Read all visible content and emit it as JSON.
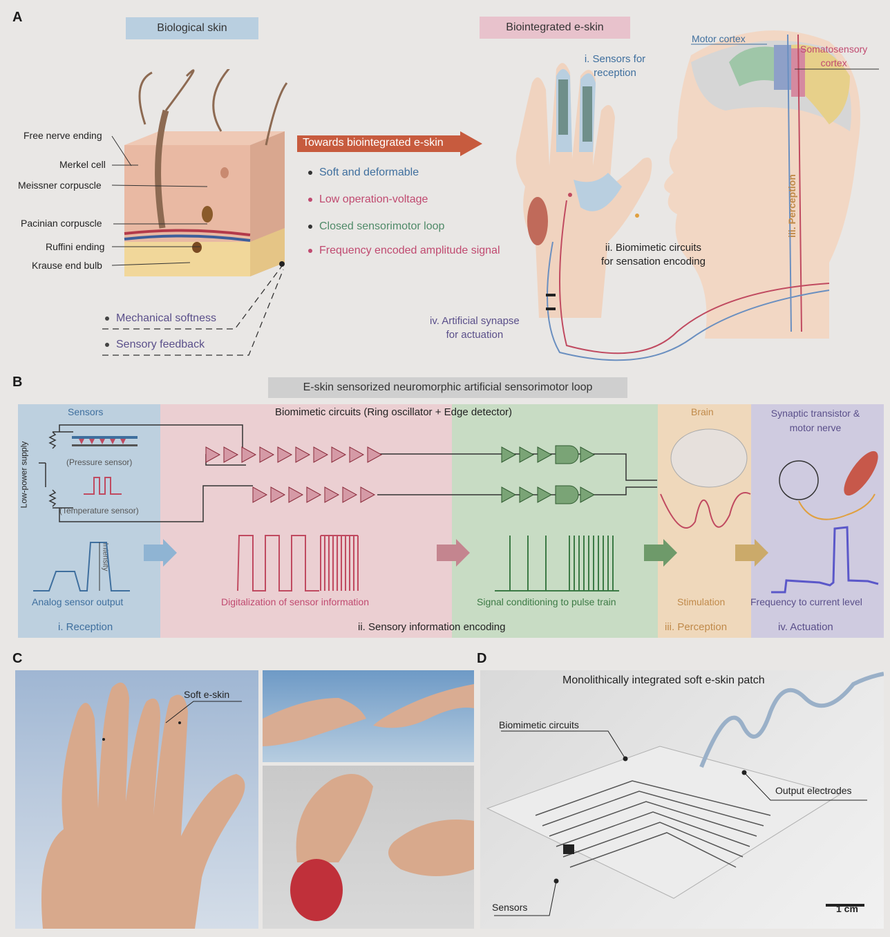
{
  "panels": {
    "a": "A",
    "b": "B",
    "c": "C",
    "d": "D"
  },
  "panel_a": {
    "bio_skin_title": "Biological skin",
    "e_skin_title": "Biointegrated e-skin",
    "skin_labels": [
      "Free nerve ending",
      "Merkel cell",
      "Meissner corpuscle",
      "Pacinian corpuscle",
      "Ruffini ending",
      "Krause end bulb"
    ],
    "towards": "Towards biointegrated e-skin",
    "features": [
      "Soft and deformable",
      "Low operation-voltage",
      "Closed sensorimotor loop",
      "Frequency encoded amplitude signal"
    ],
    "feature_colors": [
      "#3f6f9e",
      "#c04a70",
      "#4f8a68",
      "#c04a70"
    ],
    "limitations": [
      "Mechanical softness",
      "Sensory feedback"
    ],
    "sensors_reception": [
      "i. Sensors for",
      "reception"
    ],
    "biomimetic_circuits": [
      "ii. Biomimetic circuits",
      "for sensation encoding"
    ],
    "artificial_synapse": [
      "iv. Artificial synapse",
      "for actuation"
    ],
    "perception": "iii. Perception",
    "motor_cortex": "Motor cortex",
    "somatosensory": [
      "Somatosensory",
      "cortex"
    ]
  },
  "panel_b": {
    "title": "E-skin sensorized neuromorphic artificial sensorimotor loop",
    "sensors_header": "Sensors",
    "circuits_header": "Biomimetic circuits (Ring oscillator + Edge detector)",
    "brain_header": "Brain",
    "synaptic_header": [
      "Synaptic transistor &",
      "motor nerve"
    ],
    "low_power": "Low-power supply",
    "pressure_sensor": "(Pressure sensor)",
    "temperature_sensor": "(Temperature sensor)",
    "intensity": "Intensity",
    "captions": [
      "Analog sensor output",
      "Digitalization of sensor information",
      "Signal conditioning to pulse train",
      "Stimulation",
      "Frequency to current level"
    ],
    "stages": [
      "i. Reception",
      "ii. Sensory information encoding",
      "iii. Perception",
      "iv. Actuation"
    ]
  },
  "panel_c": {
    "soft_eskin": "Soft e-skin"
  },
  "panel_d": {
    "title": "Monolithically integrated soft e-skin patch",
    "biomimetic": "Biomimetic circuits",
    "output": "Output electrodes",
    "sensors": "Sensors",
    "scale": "1 cm"
  }
}
